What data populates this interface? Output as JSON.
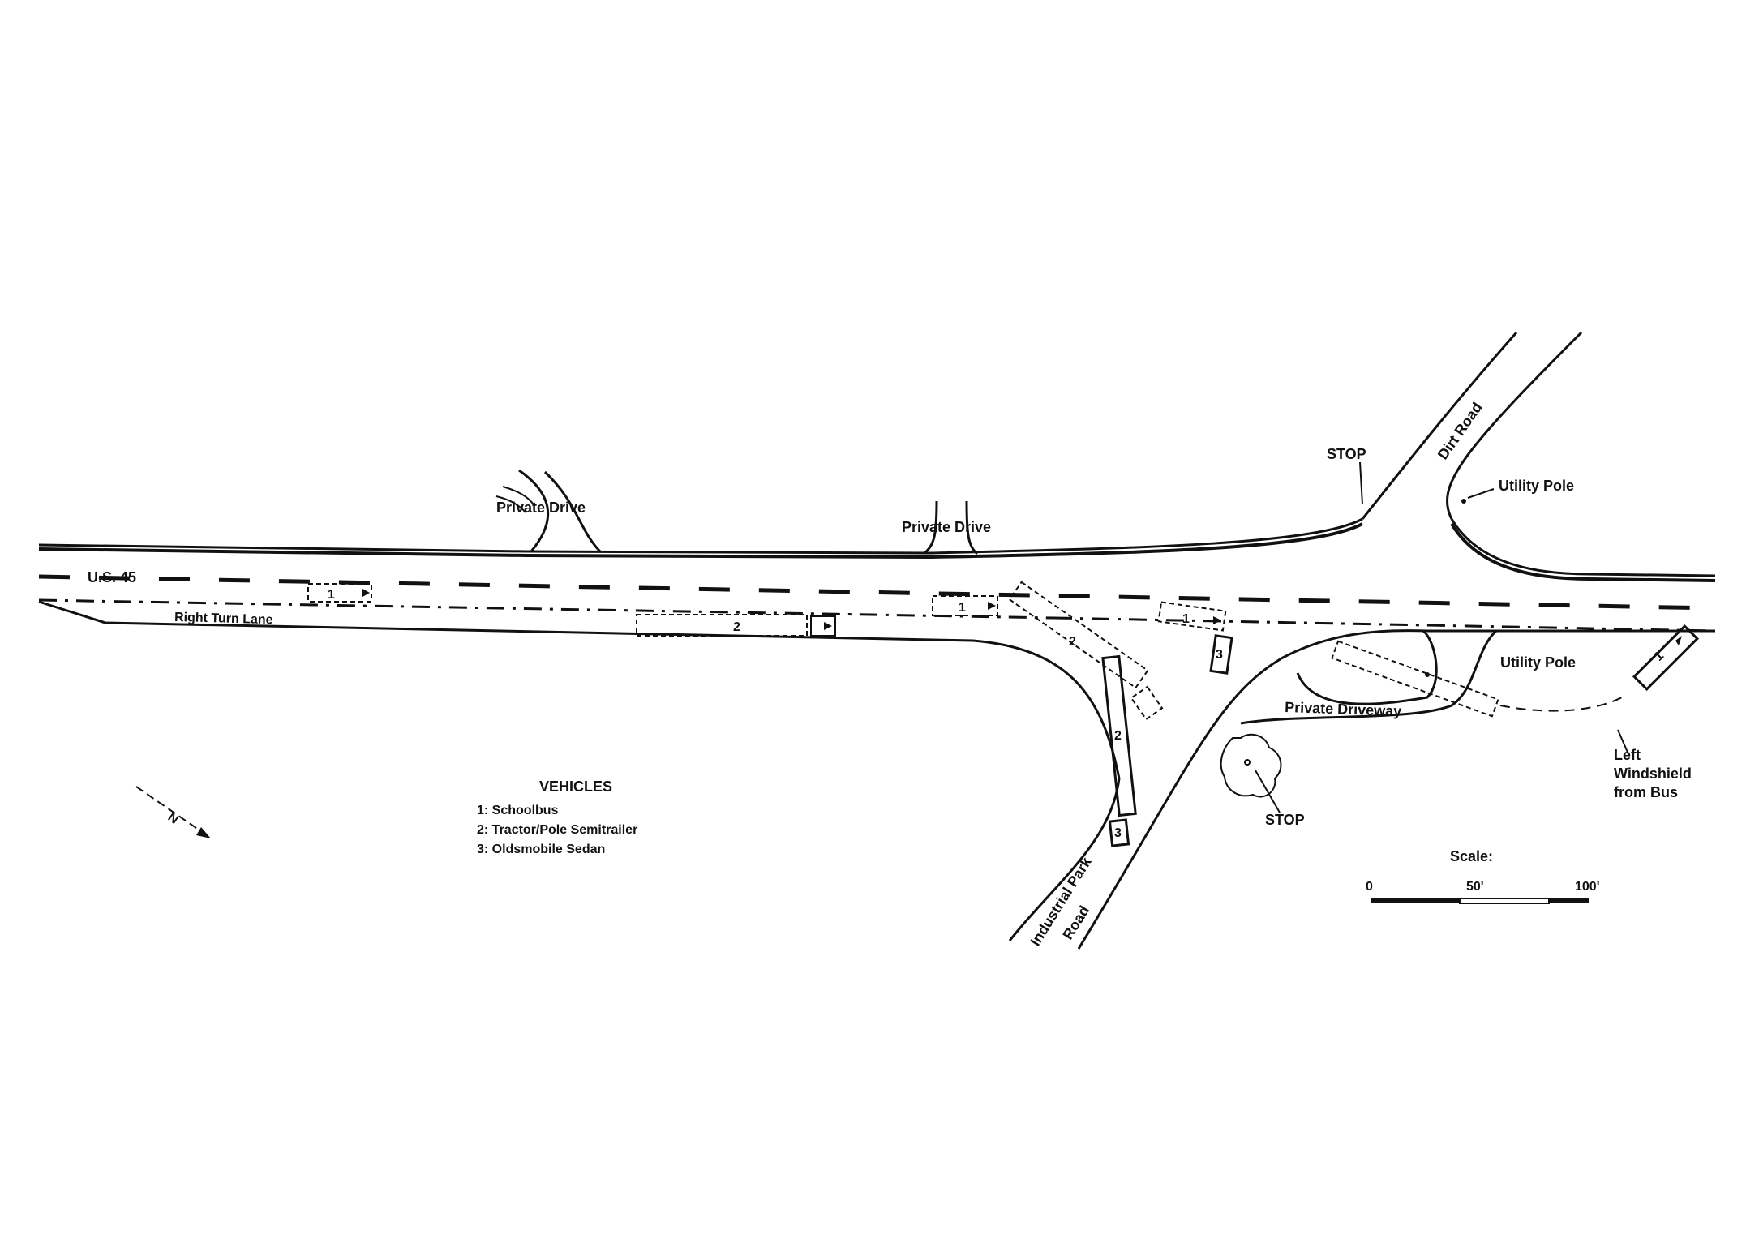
{
  "roads": {
    "highway": "U.S. 45",
    "right_turn_lane": "Right Turn Lane",
    "dirt_road": "Dirt Road",
    "industrial_park_road_line1": "Industrial Park",
    "industrial_park_road_line2": "Road"
  },
  "drives": {
    "private_drive_left": "Private Drive",
    "private_drive_center": "Private Drive",
    "private_driveway": "Private Driveway"
  },
  "signs": {
    "stop_north": "STOP",
    "stop_south": "STOP"
  },
  "poles": {
    "utility_pole_north": "Utility Pole",
    "utility_pole_south": "Utility Pole"
  },
  "annotations": {
    "left_windshield_line1": "Left",
    "left_windshield_line2": "Windshield",
    "left_windshield_line3": "from Bus",
    "north_arrow_label": "N"
  },
  "vehicle_labels": {
    "bus": "1",
    "semitrailer": "2",
    "sedan": "3"
  },
  "legend": {
    "title": "VEHICLES",
    "items": [
      "1: Schoolbus",
      "2: Tractor/Pole Semitrailer",
      "3: Oldsmobile Sedan"
    ]
  },
  "scale": {
    "title": "Scale:",
    "tick_0": "0",
    "tick_mid": "50'",
    "tick_end": "100'"
  }
}
